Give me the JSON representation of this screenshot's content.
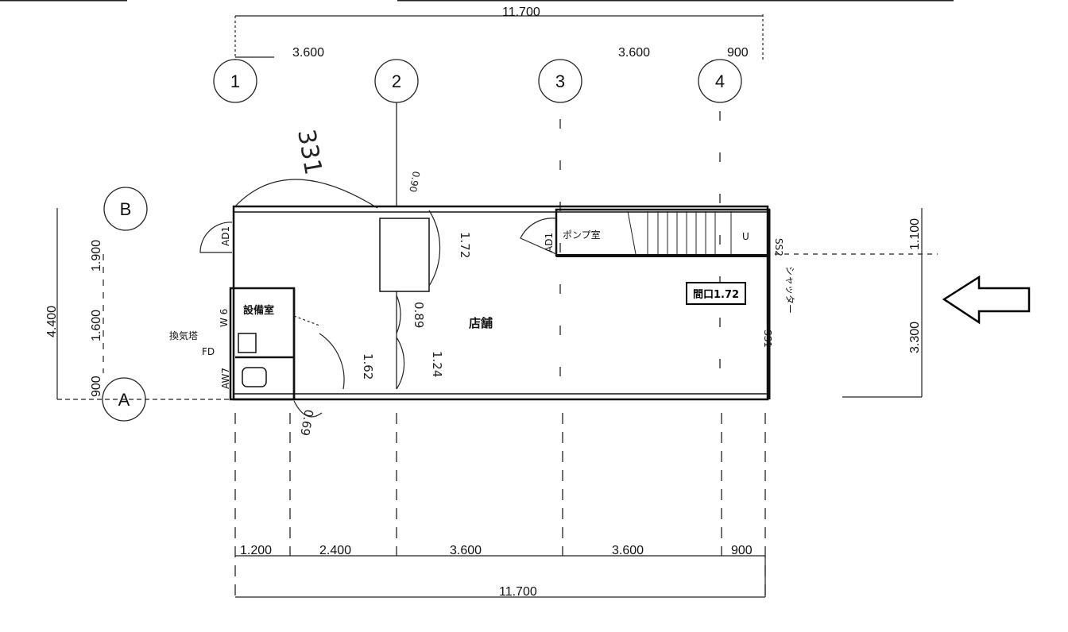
{
  "title_dims": {
    "total_top": "11.700",
    "top_left": "3.600",
    "top_right": "3.600",
    "top_end": "900"
  },
  "grid_axes": {
    "x": [
      "1",
      "2",
      "3",
      "4"
    ],
    "y": [
      "B",
      "A"
    ]
  },
  "left_dims": {
    "total": "4.400",
    "upper": "1.900",
    "middle": "1.600",
    "lower": "900"
  },
  "right_dims": {
    "upper": "1.100",
    "lower": "3.300"
  },
  "bottom_dims": {
    "segments": [
      "1.200",
      "2.400",
      "3.600",
      "3.600",
      "900"
    ],
    "total": "11.700"
  },
  "rooms": {
    "store": "店舗",
    "pump": "ポンプ室",
    "equipment": "設備室",
    "vent": "換気塔",
    "fd": "FD",
    "ad1_left": "AD1",
    "ad1_pump": "AD1",
    "w6": "W 6",
    "aw7": "AW7",
    "u": "U",
    "ss2": "SS2",
    "ss1": "SS1",
    "shutter": "シャッター"
  },
  "handwritten": {
    "n331": "331",
    "d172": "1.72",
    "d089": "0.89",
    "d124": "1.24",
    "d162": "1.62",
    "d069": "0.69",
    "d090": "0.90"
  },
  "badge": "間口1.72",
  "arrow": {
    "icon": "arrow-left-icon",
    "color": "#000000"
  }
}
